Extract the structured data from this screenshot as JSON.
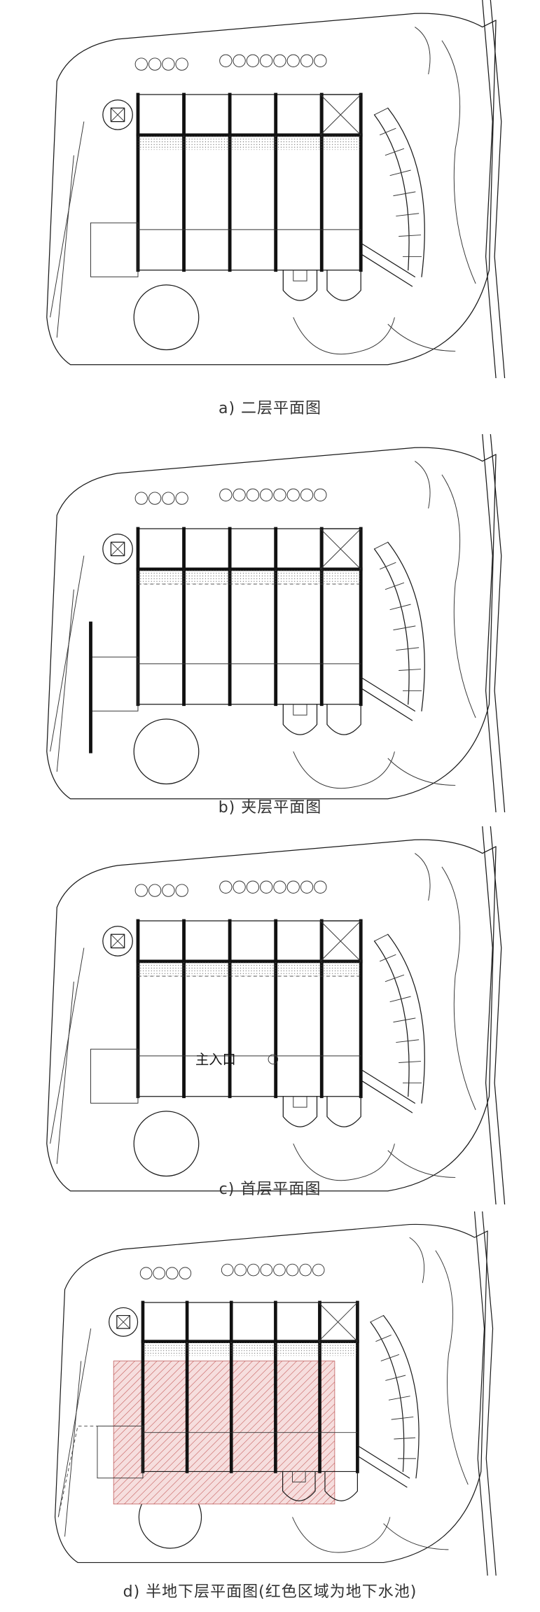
{
  "panels": [
    {
      "id": "a",
      "caption": "a) 二层平面图"
    },
    {
      "id": "b",
      "caption": "b) 夹层平面图"
    },
    {
      "id": "c",
      "caption": "c) 首层平面图",
      "entry_label": "主入口"
    },
    {
      "id": "d",
      "caption": "d) 半地下层平面图(红色区域为地下水池)"
    }
  ],
  "colors": {
    "ink": "#1a1a1a",
    "pool_hatch": "#c0504d",
    "background": "#ffffff"
  }
}
